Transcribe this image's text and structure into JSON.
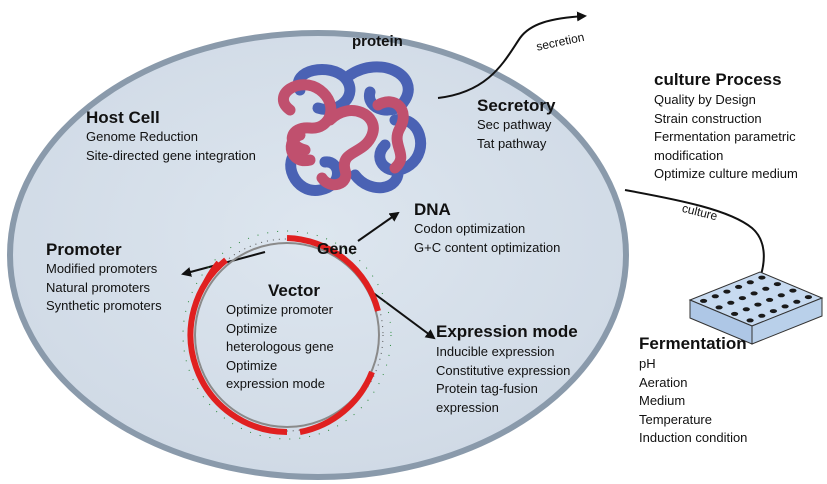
{
  "protein": {
    "label": "protein"
  },
  "host_cell": {
    "title": "Host Cell",
    "items": [
      "Genome Reduction",
      "Site-directed gene integration"
    ]
  },
  "secretory": {
    "title": "Secretory",
    "items": [
      "Sec pathway",
      "Tat pathway"
    ]
  },
  "dna": {
    "title": "DNA",
    "items": [
      "Codon optimization",
      "G+C content optimization"
    ]
  },
  "gene": {
    "label": "Gene"
  },
  "promoter": {
    "title": "Promoter",
    "items": [
      "Modified promoters",
      "Natural promoters",
      "Synthetic promoters"
    ]
  },
  "vector": {
    "title": "Vector",
    "items": [
      "Optimize promoter",
      "Optimize",
      "heterologous gene",
      "Optimize",
      "expression mode"
    ]
  },
  "expression_mode": {
    "title": "Expression mode",
    "items": [
      "Inducible expression",
      "Constitutive expression",
      "Protein tag-fusion",
      "expression"
    ]
  },
  "culture_process": {
    "title": "culture Process",
    "items": [
      "Quality by Design",
      "Strain construction",
      "Fermentation parametric",
      "modification",
      "Optimize culture medium"
    ]
  },
  "fermentation": {
    "title": "Fermentation",
    "items": [
      "pH",
      "Aeration",
      "Medium",
      "Temperature",
      "Induction condition"
    ]
  },
  "arrows": {
    "secretion": "secretion",
    "culture": "culture"
  },
  "colors": {
    "cell_fill": "#d3dde8",
    "cell_border": "#8697a8",
    "protein_red": "#c0506e",
    "protein_blue": "#4a62b4",
    "plasmid_red": "#e02020",
    "plate_fill": "#c7daf0"
  }
}
